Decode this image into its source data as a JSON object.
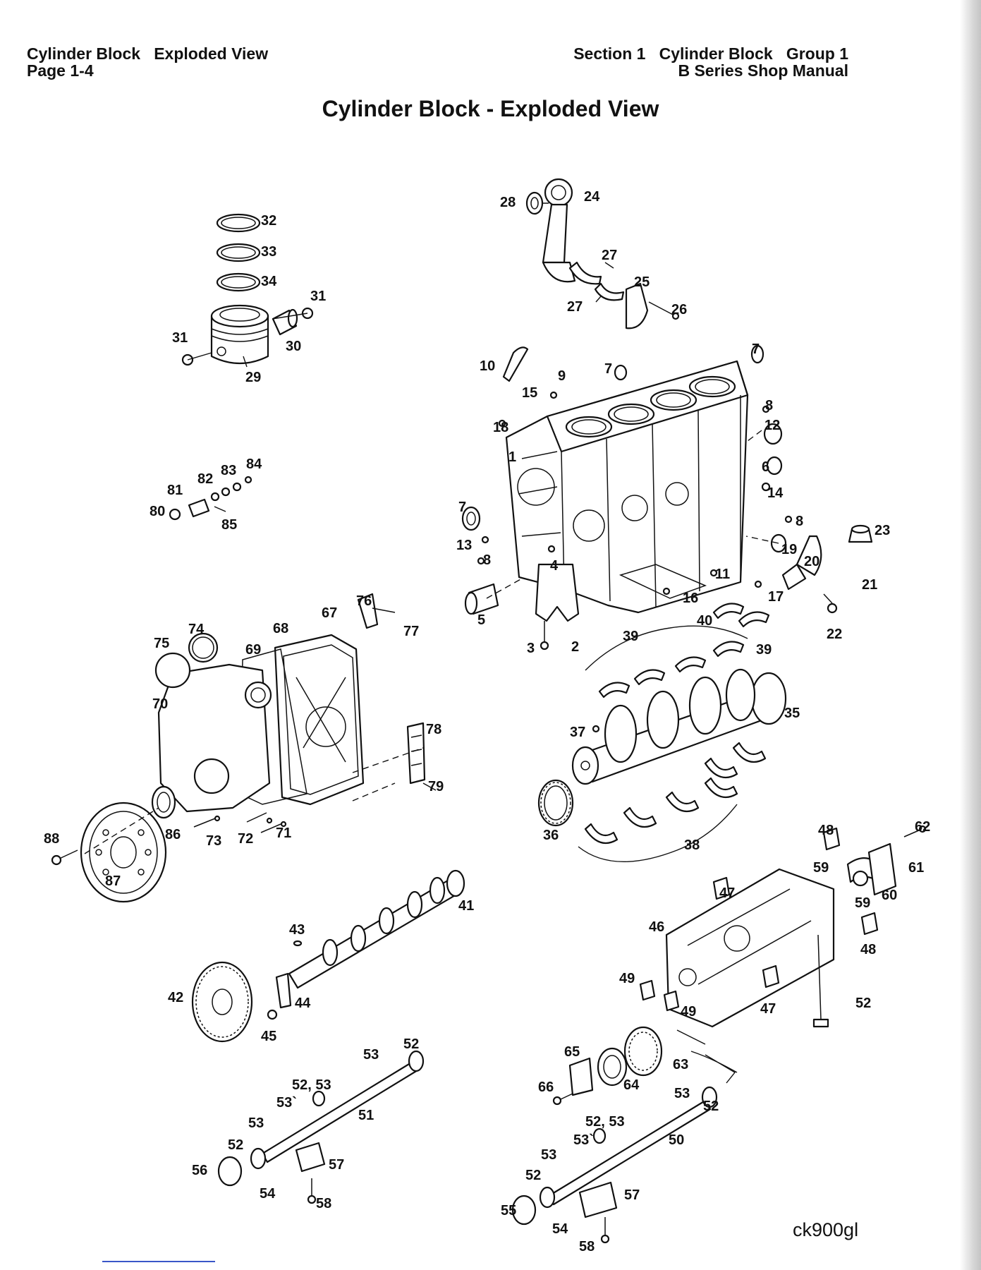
{
  "header": {
    "left_line1": "Cylinder Block   Exploded View",
    "left_line2": "Page 1-4",
    "right_line1": "Section 1   Cylinder Block   Group 1",
    "right_line2": "B Series Shop Manual"
  },
  "title": "Cylinder Block - Exploded View",
  "figure_code": "ck900gl",
  "callouts": [
    {
      "label": "1"
    },
    {
      "label": "2"
    },
    {
      "label": "3"
    },
    {
      "label": "4"
    },
    {
      "label": "5"
    },
    {
      "label": "6"
    },
    {
      "label": "7"
    },
    {
      "label": "7"
    },
    {
      "label": "7"
    },
    {
      "label": "8"
    },
    {
      "label": "8"
    },
    {
      "label": "8"
    },
    {
      "label": "9"
    },
    {
      "label": "10"
    },
    {
      "label": "11"
    },
    {
      "label": "12"
    },
    {
      "label": "13"
    },
    {
      "label": "14"
    },
    {
      "label": "15"
    },
    {
      "label": "16"
    },
    {
      "label": "17"
    },
    {
      "label": "18"
    },
    {
      "label": "19"
    },
    {
      "label": "20"
    },
    {
      "label": "21"
    },
    {
      "label": "22"
    },
    {
      "label": "23"
    },
    {
      "label": "24"
    },
    {
      "label": "25"
    },
    {
      "label": "26"
    },
    {
      "label": "27"
    },
    {
      "label": "27"
    },
    {
      "label": "28"
    },
    {
      "label": "29"
    },
    {
      "label": "30"
    },
    {
      "label": "31"
    },
    {
      "label": "31"
    },
    {
      "label": "32"
    },
    {
      "label": "33"
    },
    {
      "label": "34"
    },
    {
      "label": "35"
    },
    {
      "label": "36"
    },
    {
      "label": "37"
    },
    {
      "label": "38"
    },
    {
      "label": "39"
    },
    {
      "label": "39"
    },
    {
      "label": "40"
    },
    {
      "label": "41"
    },
    {
      "label": "42"
    },
    {
      "label": "43"
    },
    {
      "label": "44"
    },
    {
      "label": "45"
    },
    {
      "label": "46"
    },
    {
      "label": "47"
    },
    {
      "label": "47"
    },
    {
      "label": "48"
    },
    {
      "label": "48"
    },
    {
      "label": "49"
    },
    {
      "label": "49"
    },
    {
      "label": "50"
    },
    {
      "label": "51"
    },
    {
      "label": "52"
    },
    {
      "label": "52"
    },
    {
      "label": "52, 53"
    },
    {
      "label": "52"
    },
    {
      "label": "52"
    },
    {
      "label": "52, 53"
    },
    {
      "label": "52"
    },
    {
      "label": "53"
    },
    {
      "label": "53`"
    },
    {
      "label": "53"
    },
    {
      "label": "53"
    },
    {
      "label": "53`"
    },
    {
      "label": "53"
    },
    {
      "label": "54"
    },
    {
      "label": "54"
    },
    {
      "label": "55"
    },
    {
      "label": "56"
    },
    {
      "label": "57"
    },
    {
      "label": "57"
    },
    {
      "label": "58"
    },
    {
      "label": "58"
    },
    {
      "label": "59"
    },
    {
      "label": "59"
    },
    {
      "label": "60"
    },
    {
      "label": "61"
    },
    {
      "label": "62"
    },
    {
      "label": "63"
    },
    {
      "label": "64"
    },
    {
      "label": "65"
    },
    {
      "label": "66"
    },
    {
      "label": "67"
    },
    {
      "label": "68"
    },
    {
      "label": "69"
    },
    {
      "label": "70"
    },
    {
      "label": "71"
    },
    {
      "label": "72"
    },
    {
      "label": "73"
    },
    {
      "label": "74"
    },
    {
      "label": "75"
    },
    {
      "label": "76"
    },
    {
      "label": "77"
    },
    {
      "label": "78"
    },
    {
      "label": "79"
    },
    {
      "label": "80"
    },
    {
      "label": "81"
    },
    {
      "label": "82"
    },
    {
      "label": "83"
    },
    {
      "label": "84"
    },
    {
      "label": "85"
    },
    {
      "label": "86"
    },
    {
      "label": "87"
    },
    {
      "label": "88"
    }
  ]
}
